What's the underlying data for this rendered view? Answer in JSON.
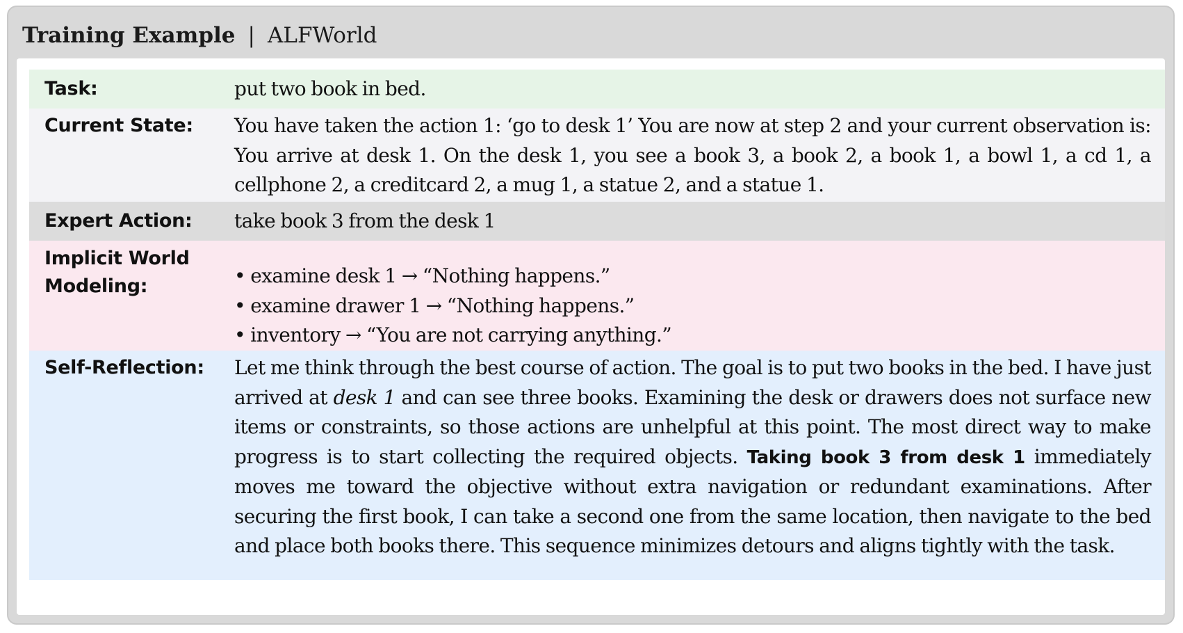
{
  "header": {
    "title": "Training Example",
    "separator": "|",
    "subtitle": "ALFWorld"
  },
  "rows": {
    "task": {
      "label": "Task:",
      "text": "put two book in bed."
    },
    "current_state": {
      "label": "Current State:",
      "text": "You have taken the action 1: ‘go to desk 1’ You are now at step 2 and your current observation is: You arrive at desk 1. On the desk 1, you see a book 3, a book 2, a book 1, a bowl 1, a cd 1, a cellphone 2, a creditcard 2, a mug 1, a statue 2, and a statue 1."
    },
    "expert_action": {
      "label": "Expert Action:",
      "text": "take book 3 from the desk 1"
    },
    "implicit_world_modeling": {
      "label_line1": "Implicit World",
      "label_line2": "Modeling:",
      "bullets": [
        "• examine desk 1 → “Nothing happens.”",
        "• examine drawer 1 → “Nothing happens.”",
        "• inventory → “You are not carrying anything.”"
      ]
    },
    "self_reflection": {
      "label": "Self-Reflection:",
      "text_part1": "Let me think through the best course of action. The goal is to put two books in the bed. I have just arrived at ",
      "text_em": "desk 1",
      "text_part2": " and can see three books. Examining the desk or drawers does not surface new items or constraints, so those actions are unhelpful at this point. The most direct way to make progress is to start collecting the required objects. ",
      "text_strong": "Taking book 3 from desk 1",
      "text_part3": " immediately moves me toward the objective without extra navigation or redundant examinations. After securing the first book, I can take a second one from the same location, then navigate to the bed and place both books there. This sequence minimizes detours and aligns tightly with the task."
    }
  },
  "colors": {
    "frame": "#d9d9d9",
    "task_bg": "#e6f4e7",
    "state_bg": "#f3f3f6",
    "action_bg": "#dcdcdc",
    "iwm_bg": "#fbe8ef",
    "self_reflection_bg": "#e3effd"
  }
}
